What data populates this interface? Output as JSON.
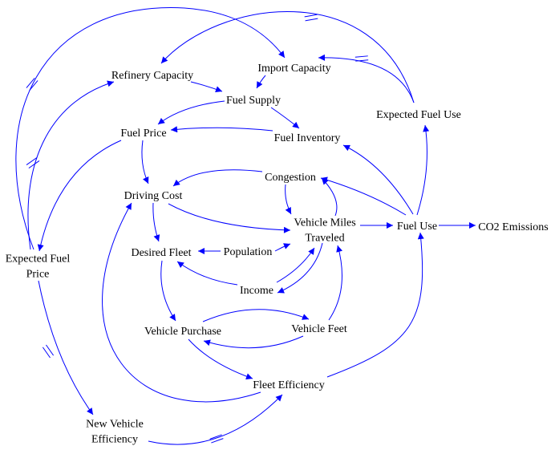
{
  "diagram": {
    "type": "causal-loop-diagram",
    "link_color": "#0000ff",
    "text_color": "#000000",
    "background": "#ffffff",
    "nodes": [
      {
        "id": "refinery_capacity",
        "label": "Refinery Capacity"
      },
      {
        "id": "import_capacity",
        "label": "Import Capacity"
      },
      {
        "id": "fuel_supply",
        "label": "Fuel Supply"
      },
      {
        "id": "expected_fuel_use",
        "label": "Expected Fuel Use"
      },
      {
        "id": "fuel_price",
        "label": "Fuel Price"
      },
      {
        "id": "fuel_inventory",
        "label": "Fuel Inventory"
      },
      {
        "id": "congestion",
        "label": "Congestion"
      },
      {
        "id": "driving_cost",
        "label": "Driving Cost"
      },
      {
        "id": "vehicle_miles_traveled",
        "label": [
          "Vehicle Miles",
          "Traveled"
        ]
      },
      {
        "id": "fuel_use",
        "label": "Fuel Use"
      },
      {
        "id": "co2_emissions",
        "label": "CO2 Emissions"
      },
      {
        "id": "expected_fuel_price",
        "label": [
          "Expected Fuel",
          "Price"
        ]
      },
      {
        "id": "desired_fleet",
        "label": "Desired Fleet"
      },
      {
        "id": "population",
        "label": "Population"
      },
      {
        "id": "income",
        "label": "Income"
      },
      {
        "id": "vehicle_purchase",
        "label": "Vehicle Purchase"
      },
      {
        "id": "vehicle_feet",
        "label": "Vehicle Feet"
      },
      {
        "id": "fleet_efficiency",
        "label": "Fleet Efficiency"
      },
      {
        "id": "new_vehicle_efficiency",
        "label": [
          "New Vehicle",
          "Efficiency"
        ]
      }
    ],
    "links": [
      {
        "from": "refinery_capacity",
        "to": "fuel_supply",
        "delay": false
      },
      {
        "from": "import_capacity",
        "to": "fuel_supply",
        "delay": false
      },
      {
        "from": "fuel_supply",
        "to": "fuel_price",
        "delay": false
      },
      {
        "from": "fuel_supply",
        "to": "fuel_inventory",
        "delay": false
      },
      {
        "from": "fuel_inventory",
        "to": "fuel_price",
        "delay": false
      },
      {
        "from": "fuel_price",
        "to": "driving_cost",
        "delay": false
      },
      {
        "from": "fuel_price",
        "to": "expected_fuel_price",
        "delay": false
      },
      {
        "from": "expected_fuel_price",
        "to": "refinery_capacity",
        "delay": true
      },
      {
        "from": "expected_fuel_price",
        "to": "import_capacity",
        "delay": true
      },
      {
        "from": "expected_fuel_price",
        "to": "new_vehicle_efficiency",
        "delay": true
      },
      {
        "from": "expected_fuel_use",
        "to": "refinery_capacity",
        "delay": true
      },
      {
        "from": "expected_fuel_use",
        "to": "import_capacity",
        "delay": true
      },
      {
        "from": "fuel_use",
        "to": "expected_fuel_use",
        "delay": false
      },
      {
        "from": "fuel_use",
        "to": "fuel_inventory",
        "delay": false
      },
      {
        "from": "fuel_use",
        "to": "congestion",
        "delay": false
      },
      {
        "from": "fuel_use",
        "to": "co2_emissions",
        "delay": false
      },
      {
        "from": "congestion",
        "to": "driving_cost",
        "delay": false
      },
      {
        "from": "congestion",
        "to": "vehicle_miles_traveled",
        "delay": false
      },
      {
        "from": "vehicle_miles_traveled",
        "to": "congestion",
        "delay": false
      },
      {
        "from": "vehicle_miles_traveled",
        "to": "fuel_use",
        "delay": false
      },
      {
        "from": "vehicle_miles_traveled",
        "to": "income",
        "delay": false
      },
      {
        "from": "driving_cost",
        "to": "vehicle_miles_traveled",
        "delay": false
      },
      {
        "from": "driving_cost",
        "to": "desired_fleet",
        "delay": false
      },
      {
        "from": "population",
        "to": "desired_fleet",
        "delay": false
      },
      {
        "from": "population",
        "to": "vehicle_miles_traveled",
        "delay": false
      },
      {
        "from": "income",
        "to": "desired_fleet",
        "delay": false
      },
      {
        "from": "income",
        "to": "vehicle_miles_traveled",
        "delay": false
      },
      {
        "from": "desired_fleet",
        "to": "vehicle_purchase",
        "delay": false
      },
      {
        "from": "vehicle_purchase",
        "to": "vehicle_feet",
        "delay": false
      },
      {
        "from": "vehicle_feet",
        "to": "vehicle_purchase",
        "delay": false
      },
      {
        "from": "vehicle_feet",
        "to": "vehicle_miles_traveled",
        "delay": false
      },
      {
        "from": "vehicle_purchase",
        "to": "fleet_efficiency",
        "delay": false
      },
      {
        "from": "fleet_efficiency",
        "to": "fuel_use",
        "delay": false
      },
      {
        "from": "fleet_efficiency",
        "to": "driving_cost",
        "delay": false
      },
      {
        "from": "new_vehicle_efficiency",
        "to": "fleet_efficiency",
        "delay": true
      }
    ]
  }
}
